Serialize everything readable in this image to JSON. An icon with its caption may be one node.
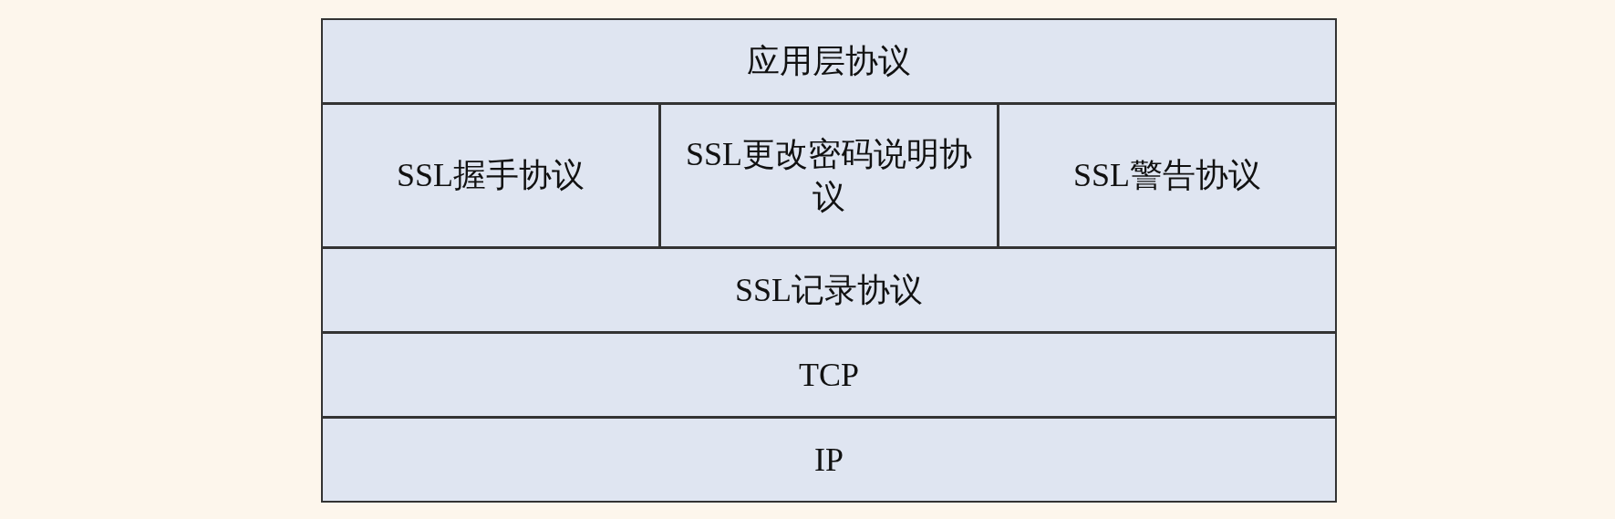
{
  "diagram": {
    "nodes": [
      {
        "text": [
          "应用层协议"
        ]
      },
      {
        "text": [
          "SSL握手协议"
        ]
      },
      {
        "text": [
          "SSL更改密码说明协议"
        ]
      },
      {
        "text": [
          "SSL警告协议"
        ]
      },
      {
        "text": [
          "SSL记录协议"
        ]
      },
      {
        "text": [
          "TCP"
        ]
      },
      {
        "text": [
          "IP"
        ]
      }
    ]
  }
}
